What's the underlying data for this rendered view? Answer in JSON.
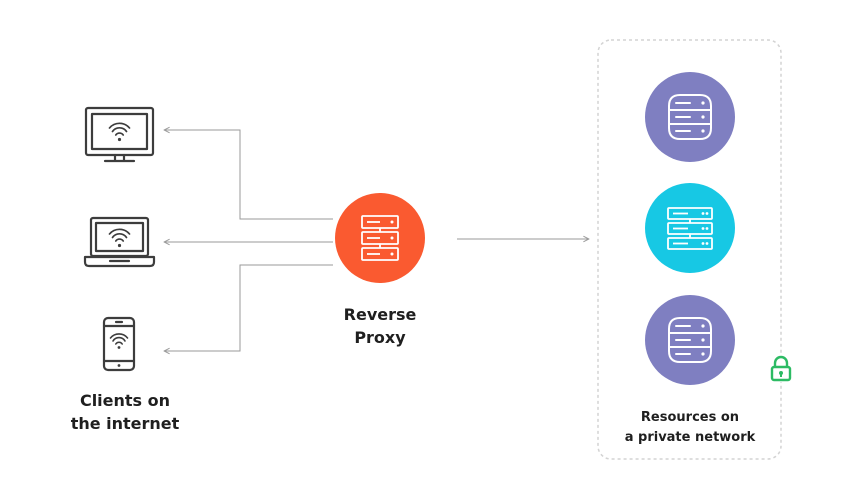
{
  "colors": {
    "device_stroke": "#3d3d3d",
    "proxy_fill": "#fa5a30",
    "server_purple": "#7f7fc1",
    "server_cyan": "#17c8e4",
    "lock_green": "#2dbb64",
    "connector": "#9a9a9a",
    "boundary": "#d3d3d3"
  },
  "clients": {
    "label_line1": "Clients on",
    "label_line2": "the internet",
    "devices": [
      {
        "icon": "desktop-monitor-icon"
      },
      {
        "icon": "laptop-icon"
      },
      {
        "icon": "smartphone-icon"
      }
    ]
  },
  "proxy": {
    "label_line1": "Reverse",
    "label_line2": "Proxy",
    "icon": "server-rack-icon"
  },
  "resources": {
    "label_line1": "Resources on",
    "label_line2": "a private network",
    "servers": [
      {
        "icon": "database-icon",
        "color": "#7f7fc1"
      },
      {
        "icon": "server-rack-icon",
        "color": "#17c8e4"
      },
      {
        "icon": "database-icon",
        "color": "#7f7fc1"
      }
    ],
    "lock_icon": "padlock-icon"
  }
}
